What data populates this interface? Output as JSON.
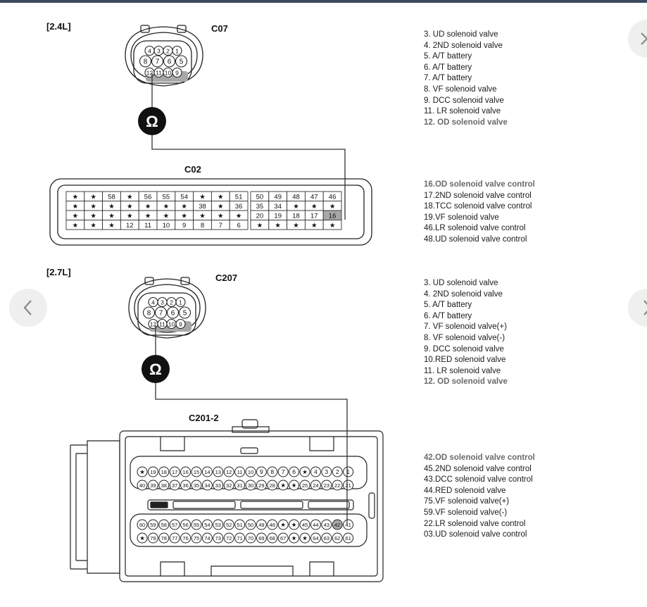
{
  "section_24": {
    "heading": "[2.4L]",
    "connector_top": "C07",
    "connector_top_pins": {
      "row1": [
        "4",
        "3",
        "2",
        "1"
      ],
      "row2": [
        "8",
        "7",
        "6",
        "5"
      ],
      "row3": [
        "12",
        "11",
        "10",
        "9"
      ]
    },
    "connector_bottom": "C02",
    "c02_grid": [
      [
        "★",
        "★",
        "58",
        "★",
        "56",
        "55",
        "54",
        "★",
        "★",
        "51",
        "50",
        "49",
        "48",
        "47",
        "46"
      ],
      [
        "★",
        "★",
        "★",
        "★",
        "★",
        "★",
        "★",
        "38",
        "★",
        "36",
        "35",
        "34",
        "★",
        "★",
        "★"
      ],
      [
        "★",
        "★",
        "★",
        "★",
        "★",
        "★",
        "★",
        "★",
        "★",
        "★",
        "20",
        "19",
        "18",
        "17",
        "16"
      ],
      [
        "★",
        "★",
        "★",
        "12",
        "11",
        "10",
        "9",
        "8",
        "7",
        "6",
        "★",
        "★",
        "★",
        "★",
        "★"
      ]
    ],
    "legend_top": [
      "3. UD solenoid valve",
      "4. 2ND solenoid valve",
      "5. A/T battery",
      "6. A/T battery",
      "7. A/T battery",
      "8. VF solenoid valve",
      "9. DCC solenoid valve",
      "11. LR solenoid valve",
      "12. OD solenoid valve"
    ],
    "legend_bottom": [
      "16.OD solenoid valve control",
      "17.2ND solenoid valve control",
      "18.TCC solenoid valve control",
      "19.VF solenoid valve",
      "46.LR solenoid valve control",
      "48.UD solenoid valve control"
    ]
  },
  "section_27": {
    "heading": "[2.7L]",
    "connector_top": "C207",
    "connector_bottom": "C201-2",
    "c201_rows": [
      [
        "★",
        "19",
        "18",
        "17",
        "16",
        "15",
        "14",
        "13",
        "12",
        "11",
        "10",
        "9",
        "8",
        "7",
        "6",
        "★",
        "4",
        "3",
        "2",
        "1"
      ],
      [
        "40",
        "39",
        "38",
        "37",
        "36",
        "35",
        "34",
        "33",
        "32",
        "31",
        "30",
        "29",
        "28",
        "★",
        "★",
        "25",
        "24",
        "23",
        "22",
        "21"
      ],
      [
        "60",
        "59",
        "58",
        "57",
        "56",
        "55",
        "54",
        "53",
        "52",
        "51",
        "50",
        "49",
        "48",
        "★",
        "★",
        "45",
        "44",
        "43",
        "42",
        "41"
      ],
      [
        "★",
        "79",
        "78",
        "77",
        "76",
        "75",
        "74",
        "73",
        "72",
        "71",
        "70",
        "69",
        "68",
        "67",
        "★",
        "★",
        "64",
        "63",
        "62",
        "61"
      ]
    ],
    "legend_top": [
      "3. UD solenoid valve",
      "4. 2ND solenoid valve",
      "5. A/T battery",
      "6. A/T battery",
      "7. VF solenoid valve(+)",
      "8. VF solenoid valve(-)",
      "9. DCC solenoid valve",
      "10.RED solenoid valve",
      "11. LR solenoid valve",
      "12. OD solenoid valve"
    ],
    "legend_bottom": [
      "42.OD solenoid valve control",
      "45.2ND solenoid valve control",
      "43.DCC solenoid valve control",
      "44.RED solenoid valve",
      "75.VF solenoid valve(+)",
      "59.VF solenoid valve(-)",
      "22.LR solenoid valve control",
      "03.UD solenoid valve control"
    ]
  },
  "meter_symbol": "Ω",
  "nav": {
    "prev_icon": "chevron-left-icon",
    "next_icon": "chevron-right-icon",
    "close_icon": "close-icon"
  },
  "colors": {
    "highlight": "#a8a8a8",
    "meter": "#111111",
    "nav_bg": "#efefef"
  }
}
